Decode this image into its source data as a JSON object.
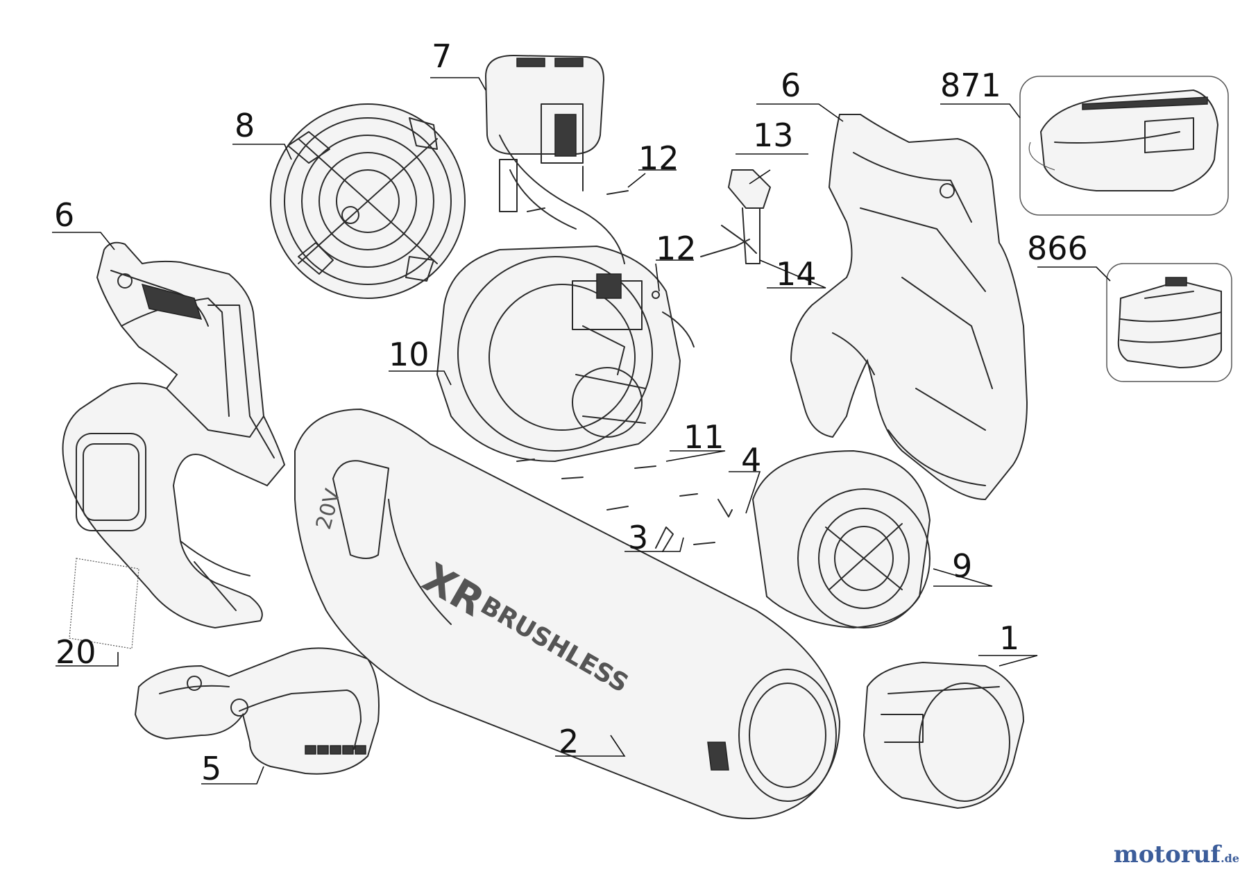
{
  "diagram": {
    "callouts": [
      {
        "id": "c7",
        "label": "7"
      },
      {
        "id": "c8",
        "label": "8"
      },
      {
        "id": "c6a",
        "label": "6"
      },
      {
        "id": "c6b",
        "label": "6"
      },
      {
        "id": "c871",
        "label": "871"
      },
      {
        "id": "c13",
        "label": "13"
      },
      {
        "id": "c12a",
        "label": "12"
      },
      {
        "id": "c12b",
        "label": "12"
      },
      {
        "id": "c14",
        "label": "14"
      },
      {
        "id": "c866",
        "label": "866"
      },
      {
        "id": "c10",
        "label": "10"
      },
      {
        "id": "c11",
        "label": "11"
      },
      {
        "id": "c4",
        "label": "4"
      },
      {
        "id": "c3",
        "label": "3"
      },
      {
        "id": "c9",
        "label": "9"
      },
      {
        "id": "c20",
        "label": "20"
      },
      {
        "id": "c1",
        "label": "1"
      },
      {
        "id": "c2",
        "label": "2"
      },
      {
        "id": "c5",
        "label": "5"
      }
    ],
    "decals": {
      "voltage": "20V",
      "brand_mark": "XR",
      "motor_type": "BRUSHLESS"
    },
    "watermark": {
      "main": "motoruf",
      "tail": ".de",
      "colors": [
        "#3c5d9a",
        "#d23c3c",
        "#e4a52b",
        "#3a9a4b"
      ]
    }
  }
}
